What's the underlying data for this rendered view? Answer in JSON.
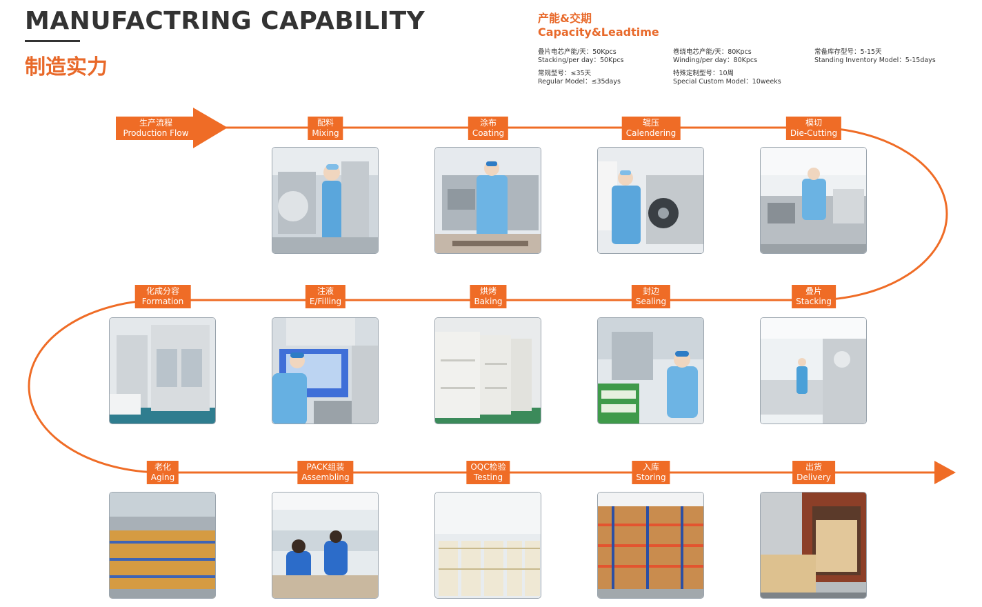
{
  "header": {
    "title": "MANUFACTRING CAPABILITY",
    "subtitle": "制造实力"
  },
  "capacity": {
    "heading_cn": "产能&交期",
    "heading_en": "Capacity&Leadtime",
    "specs": [
      {
        "cn": "叠片电芯产能/天：50Kpcs",
        "en": "Stacking/per day：50Kpcs"
      },
      {
        "cn": "卷绕电芯产能/天：80Kpcs",
        "en": "Winding/per day：80Kpcs"
      },
      {
        "cn": "常备库存型号：5-15天",
        "en": "Standing Inventory Model：5-15days"
      },
      {
        "cn": "常规型号：≤35天",
        "en": "Regular Model：≤35days"
      },
      {
        "cn": "特殊定制型号：10周",
        "en": "Special Custom Model：10weeks"
      }
    ]
  },
  "flow": {
    "start": {
      "cn": "生产流程",
      "en": "Production Flow"
    },
    "steps": [
      {
        "cn": "配料",
        "en": "Mixing"
      },
      {
        "cn": "涂布",
        "en": "Coating"
      },
      {
        "cn": "辊压",
        "en": "Calendering"
      },
      {
        "cn": "模切",
        "en": "Die-Cutting"
      },
      {
        "cn": "叠片",
        "en": "Stacking"
      },
      {
        "cn": "封边",
        "en": "Sealing"
      },
      {
        "cn": "烘烤",
        "en": "Baking"
      },
      {
        "cn": "注液",
        "en": "E/Filling"
      },
      {
        "cn": "化成分容",
        "en": "Formation"
      },
      {
        "cn": "老化",
        "en": "Aging"
      },
      {
        "cn": "PACK组装",
        "en": "Assembling"
      },
      {
        "cn": "OQC检验",
        "en": "Testing"
      },
      {
        "cn": "入库",
        "en": "Storing"
      },
      {
        "cn": "出货",
        "en": "Delivery"
      }
    ]
  },
  "colors": {
    "accent": "#ef6c26",
    "title": "#333333"
  }
}
